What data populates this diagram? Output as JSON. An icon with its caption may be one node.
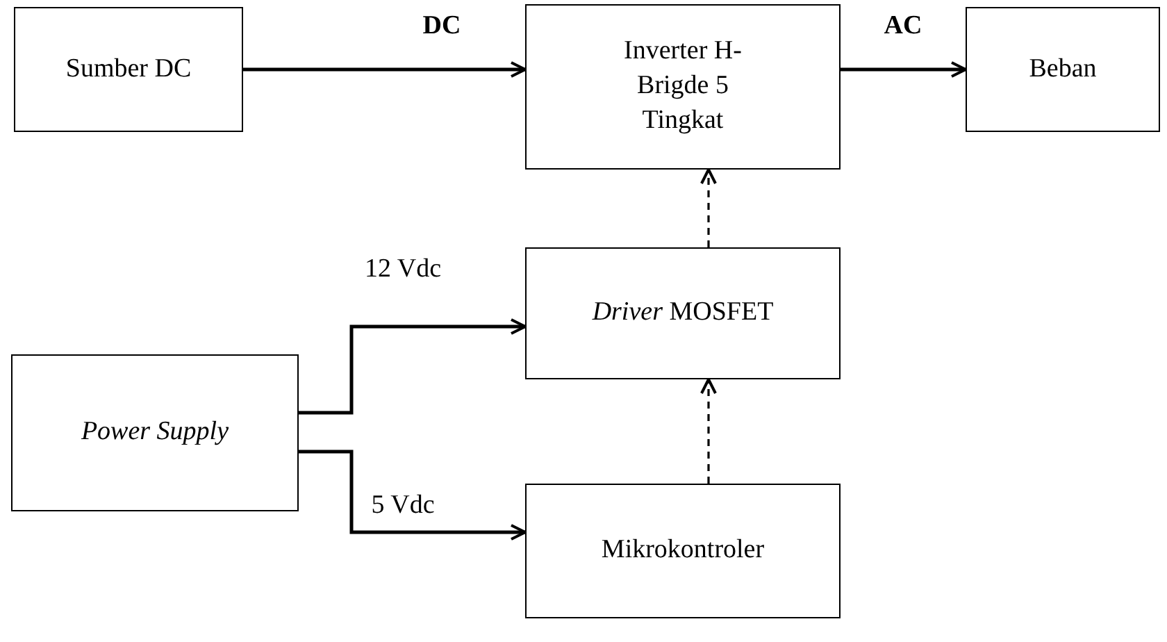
{
  "diagram": {
    "nodes": [
      {
        "text": [
          "Sumber DC"
        ]
      },
      {
        "text": [
          "Inverter H-Brigde 5 Tingkat"
        ]
      },
      {
        "text": [
          "Beban"
        ]
      },
      {
        "text": [
          "*Driver* MOSFET"
        ]
      },
      {
        "text": [
          "Power Supply"
        ]
      },
      {
        "text": [
          "Mikrokontroler"
        ]
      }
    ],
    "edges": [
      {
        "from": 0,
        "to": 1,
        "arrow": "to",
        "label": "DC"
      },
      {
        "from": 1,
        "to": 2,
        "arrow": "to",
        "label": "AC"
      },
      {
        "from": 3,
        "to": 1,
        "arrow": "to",
        "style": "dashed"
      },
      {
        "from": 5,
        "to": 3,
        "arrow": "to",
        "style": "dashed"
      },
      {
        "from": 4,
        "to": 3,
        "arrow": "to",
        "label": "12 Vdc"
      },
      {
        "from": 4,
        "to": 5,
        "arrow": "to",
        "label": "5 Vdc"
      }
    ]
  }
}
